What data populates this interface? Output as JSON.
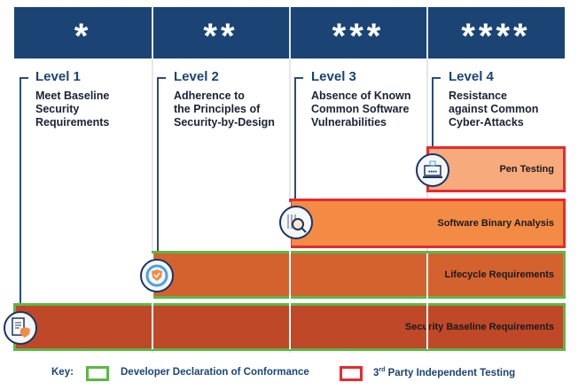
{
  "levels": [
    {
      "stars": "*",
      "title": "Level 1",
      "desc": [
        "Meet Baseline",
        "Security",
        "Requirements"
      ]
    },
    {
      "stars": "**",
      "title": "Level 2",
      "desc": [
        "Adherence to",
        "the Principles of",
        "Security-by-Design"
      ]
    },
    {
      "stars": "***",
      "title": "Level 3",
      "desc": [
        "Absence of Known",
        "Common Software",
        "Vulnerabilities"
      ]
    },
    {
      "stars": "****",
      "title": "Level 4",
      "desc": [
        "Resistance",
        "against Common",
        "Cyber-Attacks"
      ]
    }
  ],
  "bars": [
    {
      "label": "Pen Testing",
      "type": "3rd Party Independent Testing",
      "icon": "laptop-lock-icon"
    },
    {
      "label": "Software Binary Analysis",
      "type": "3rd Party Independent Testing",
      "icon": "binary-magnifier-icon"
    },
    {
      "label": "Lifecycle Requirements",
      "type": "Developer Declaration of Conformance",
      "icon": "shield-cycle-icon"
    },
    {
      "label": "Security Baseline Requirements",
      "type": "Developer Declaration of Conformance",
      "icon": "document-shield-icon"
    }
  ],
  "key": {
    "label": "Key:",
    "green": "Developer Declaration of Conformance",
    "red_sup": "rd",
    "red_pre": "3",
    "red": " Party Independent Testing"
  },
  "colors": {
    "header": "#1b4474",
    "green": "#5cb847",
    "red": "#e52b2f",
    "pen": "#f7ab7c",
    "sba": "#f38b45",
    "lifecycle": "#d4622f",
    "baseline": "#bf4828"
  }
}
